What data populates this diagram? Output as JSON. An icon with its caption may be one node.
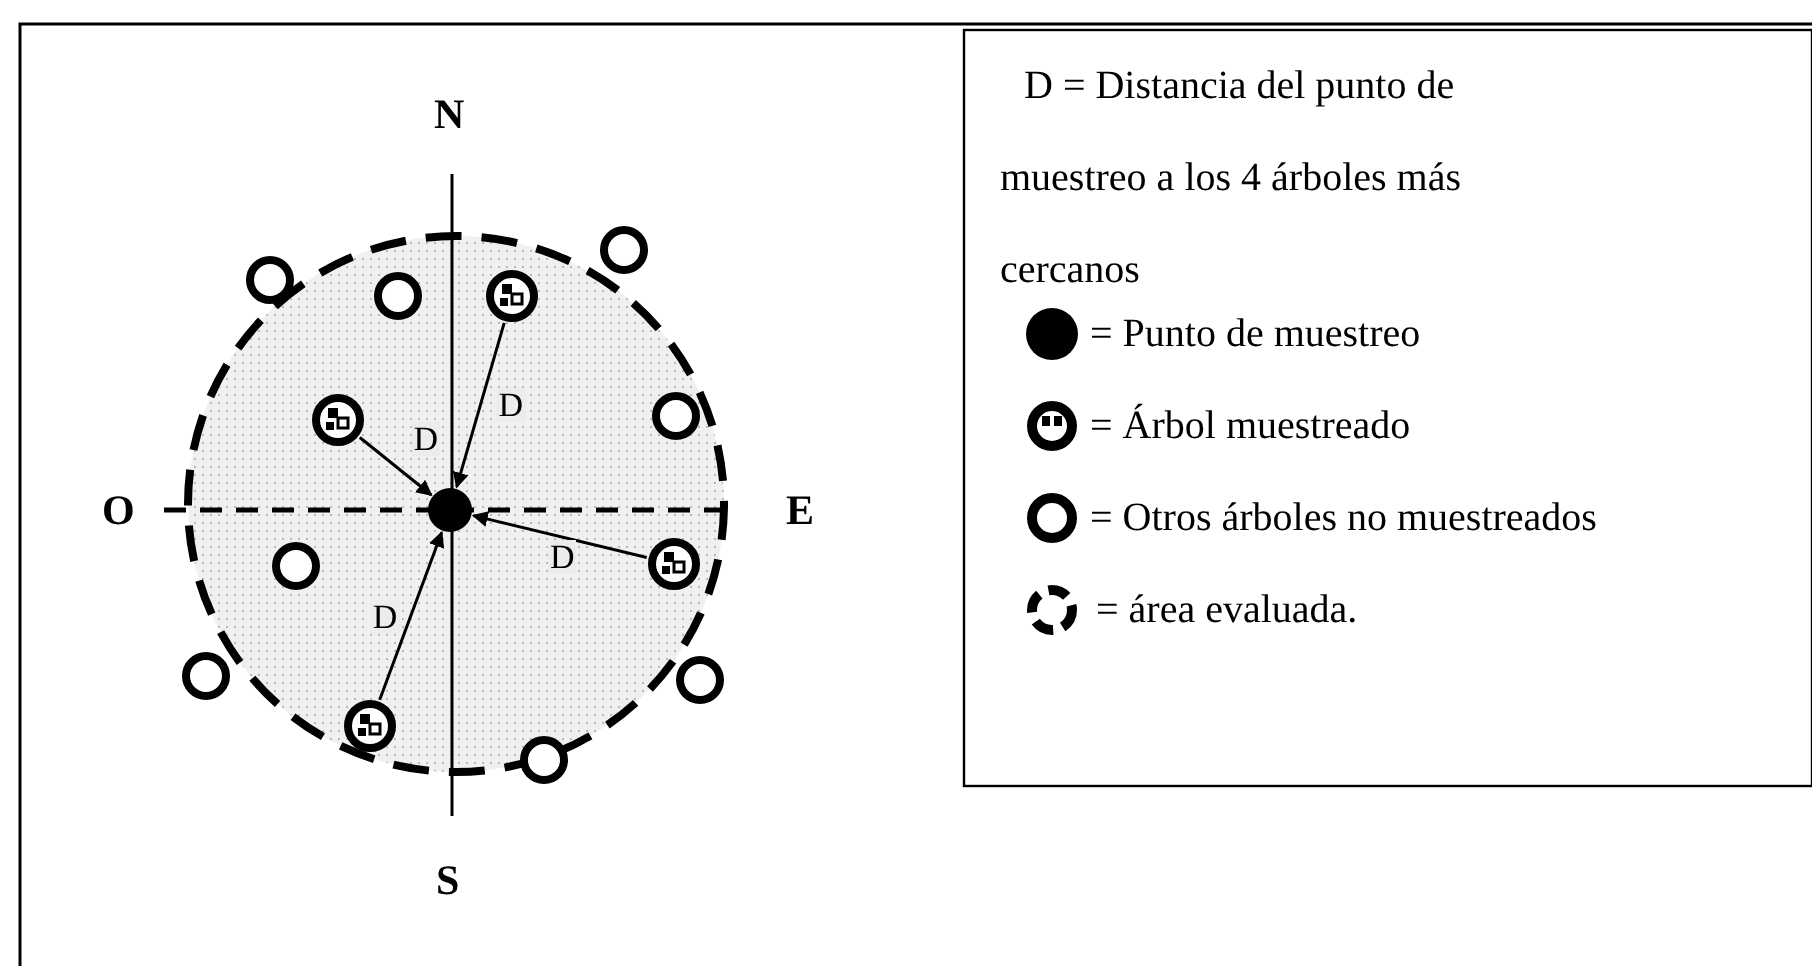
{
  "diagram": {
    "nodes": [
      {
        "text": [],
        "shape": "circle"
      },
      {
        "text": [],
        "shape": "circle"
      },
      {
        "text": [],
        "shape": "circle"
      },
      {
        "text": [],
        "shape": "circle"
      },
      {
        "text": [],
        "shape": "circle"
      },
      {
        "text": [],
        "shape": "circle"
      },
      {
        "text": [],
        "shape": "circle"
      },
      {
        "text": [],
        "shape": "circle"
      },
      {
        "text": [],
        "shape": "circle"
      },
      {
        "text": [],
        "shape": "circle"
      },
      {
        "text": [],
        "shape": "circle"
      },
      {
        "text": [],
        "shape": "circle"
      },
      {
        "text": [],
        "shape": "circle"
      }
    ],
    "edges": [
      {
        "from": 1,
        "to": 0,
        "arrow": "to",
        "label": "D"
      },
      {
        "from": 2,
        "to": 0,
        "arrow": "to",
        "label": "D"
      },
      {
        "from": 3,
        "to": 0,
        "arrow": "to",
        "label": "D"
      },
      {
        "from": 4,
        "to": 0,
        "arrow": "to",
        "label": "D"
      }
    ],
    "labels": [
      "N",
      "O",
      "E",
      "S",
      "D = Distancia del punto de muestreo a los 4 árboles más cercanos"
    ],
    "legend": [
      {
        "text": "= Punto de muestreo"
      },
      {
        "text": "= Árbol muestreado"
      },
      {
        "text": "= Otros árboles no muestreados"
      },
      {
        "text": "= área evaluada."
      }
    ]
  }
}
